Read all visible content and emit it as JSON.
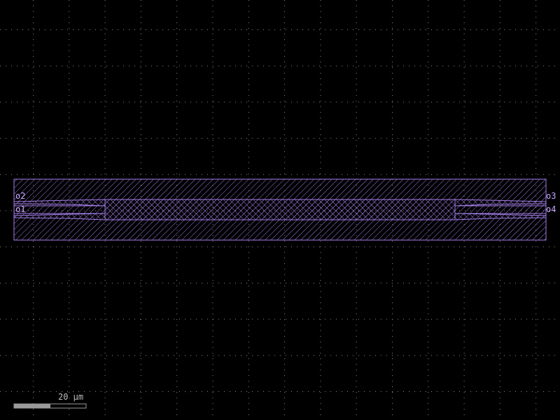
{
  "colors": {
    "background": "#000000",
    "grid": "#8a8a8a",
    "layer": "#a27ee8",
    "label": "#c9a8ff",
    "scale_bar": "#9a9a9a",
    "scale_text": "#bdbdbd"
  },
  "ports": {
    "o1": "o1",
    "o2": "o2",
    "o3": "o3",
    "o4": "o4"
  },
  "scale_bar": {
    "label": "20 µm"
  }
}
